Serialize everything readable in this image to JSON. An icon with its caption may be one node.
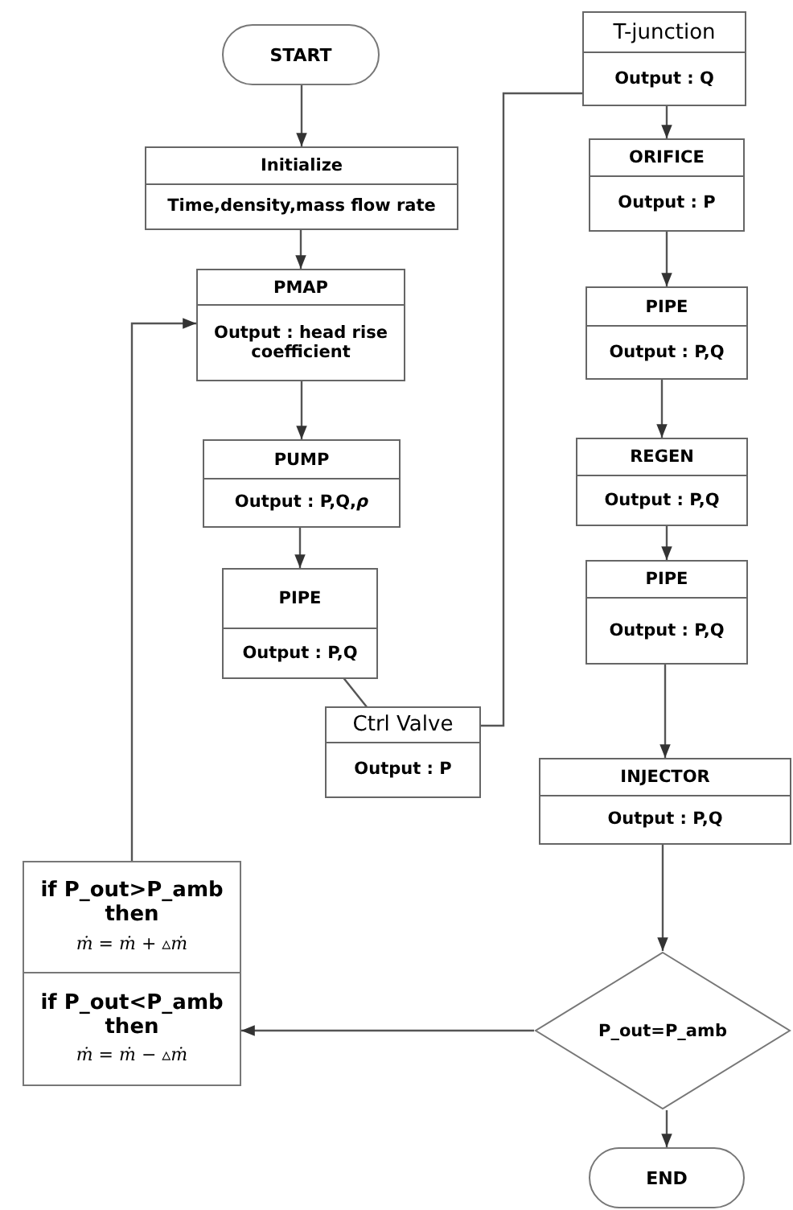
{
  "diagram": {
    "nodes": [
      {
        "text": [
          "START"
        ]
      },
      {
        "text": [
          "Initialize",
          "Time,density,mass flow rate"
        ]
      },
      {
        "text": [
          "PMAP",
          "Output : head rise coefficient"
        ]
      },
      {
        "text": [
          "PUMP",
          "Output : P,Q,*ρ*"
        ]
      },
      {
        "text": [
          "PIPE",
          "Output : P,Q"
        ]
      },
      {
        "text": [
          "Ctrl Valve",
          "Output : P"
        ]
      },
      {
        "text": [
          "T-junction",
          "Output : Q"
        ]
      },
      {
        "text": [
          "ORIFICE",
          "Output : P"
        ]
      },
      {
        "text": [
          "PIPE",
          "Output : P,Q"
        ]
      },
      {
        "text": [
          "REGEN",
          "Output : P,Q"
        ]
      },
      {
        "text": [
          "PIPE",
          "Output : P,Q"
        ]
      },
      {
        "text": [
          "INJECTOR",
          "Output : P,Q"
        ]
      },
      {
        "text": [
          "P_out=P_amb"
        ]
      },
      {
        "text": [
          "END"
        ]
      },
      {
        "text": [
          "if P_out>P_amb then",
          "ṁ = ṁ + ▵ṁ"
        ]
      },
      {
        "text": [
          "if P_out<P_amb then",
          "ṁ = ṁ − ▵ṁ"
        ]
      }
    ],
    "edges": [
      {
        "from": 0,
        "to": 1,
        "arrow": "to"
      },
      {
        "from": 1,
        "to": 2,
        "arrow": "to"
      },
      {
        "from": 2,
        "to": 3,
        "arrow": "to"
      },
      {
        "from": 3,
        "to": 4,
        "arrow": "to"
      },
      {
        "from": 4,
        "to": 5,
        "arrow": "none"
      },
      {
        "from": 5,
        "to": 6,
        "arrow": "none"
      },
      {
        "from": 6,
        "to": 7,
        "arrow": "to"
      },
      {
        "from": 7,
        "to": 8,
        "arrow": "to"
      },
      {
        "from": 8,
        "to": 9,
        "arrow": "to"
      },
      {
        "from": 9,
        "to": 10,
        "arrow": "to"
      },
      {
        "from": 10,
        "to": 11,
        "arrow": "to"
      },
      {
        "from": 11,
        "to": 12,
        "arrow": "to"
      },
      {
        "from": 12,
        "to": 13,
        "arrow": "to"
      },
      {
        "from": 12,
        "to": 15,
        "arrow": "to"
      },
      {
        "from": 14,
        "to": 2,
        "arrow": "to"
      }
    ]
  }
}
